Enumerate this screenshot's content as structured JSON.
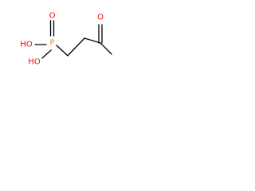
{
  "molecule": {
    "atoms": {
      "o_top": {
        "label": "O",
        "color": "#ff0000"
      },
      "p": {
        "label": "P",
        "color": "#ff8000"
      },
      "oh_left": {
        "label": "HO",
        "color": "#ff0000"
      },
      "oh_bottom": {
        "label": "HO",
        "color": "#ff0000"
      },
      "o_ketone": {
        "label": "O",
        "color": "#ff0000"
      }
    },
    "colors": {
      "bond": "#000000",
      "oxygen": "#ff0000",
      "phosphorus": "#ff8000"
    }
  }
}
